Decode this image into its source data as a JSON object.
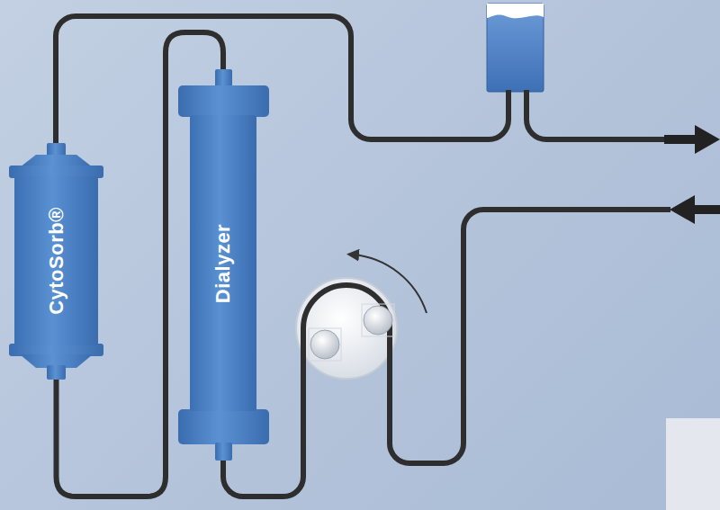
{
  "diagram": {
    "nodes": [
      {
        "text": [
          "CytoSorb®"
        ]
      },
      {
        "text": [
          "Dialyzer"
        ]
      }
    ],
    "edges": [
      {
        "from": 1,
        "to": 0,
        "arrow": "none"
      }
    ]
  }
}
